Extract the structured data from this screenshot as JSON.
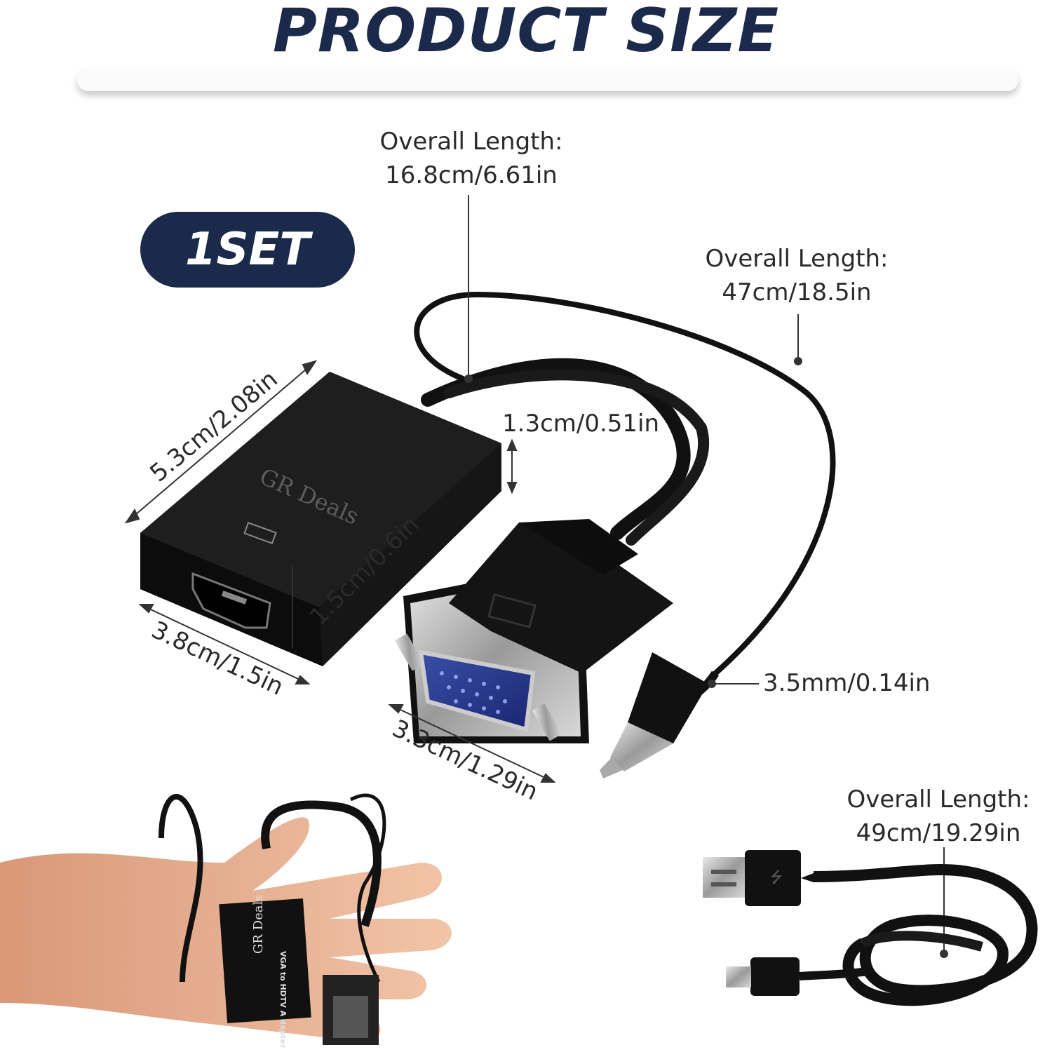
{
  "header": {
    "title": "PRODUCT SIZE"
  },
  "badge": {
    "label": "1SET"
  },
  "dimensions": {
    "adapter_width": "5.3cm/2.08in",
    "adapter_depth": "3.8cm/1.5in",
    "adapter_height": "1.5cm/0.6in",
    "cable_thickness": "1.3cm/0.51in",
    "vga_width": "3.3cm/1.29in",
    "audio_jack": "3.5mm/0.14in",
    "vga_cable": {
      "title": "Overall Length:",
      "value": "16.8cm/6.61in"
    },
    "audio_cable": {
      "title": "Overall Length:",
      "value": "47cm/18.5in"
    },
    "usb_cable": {
      "title": "Overall Length:",
      "value": "49cm/19.29in"
    }
  },
  "product": {
    "brand_watermark": "GR Deals",
    "model_text": "VGA to HDTV A dapter"
  },
  "icons": {
    "hdmi_marking": "hdmi-symbol-icon",
    "usb_symbol": "usb-symbol-icon"
  },
  "colors": {
    "title": "#1b2a4a",
    "badge_bg": "#1b2a4a",
    "product_body": "#111111"
  }
}
